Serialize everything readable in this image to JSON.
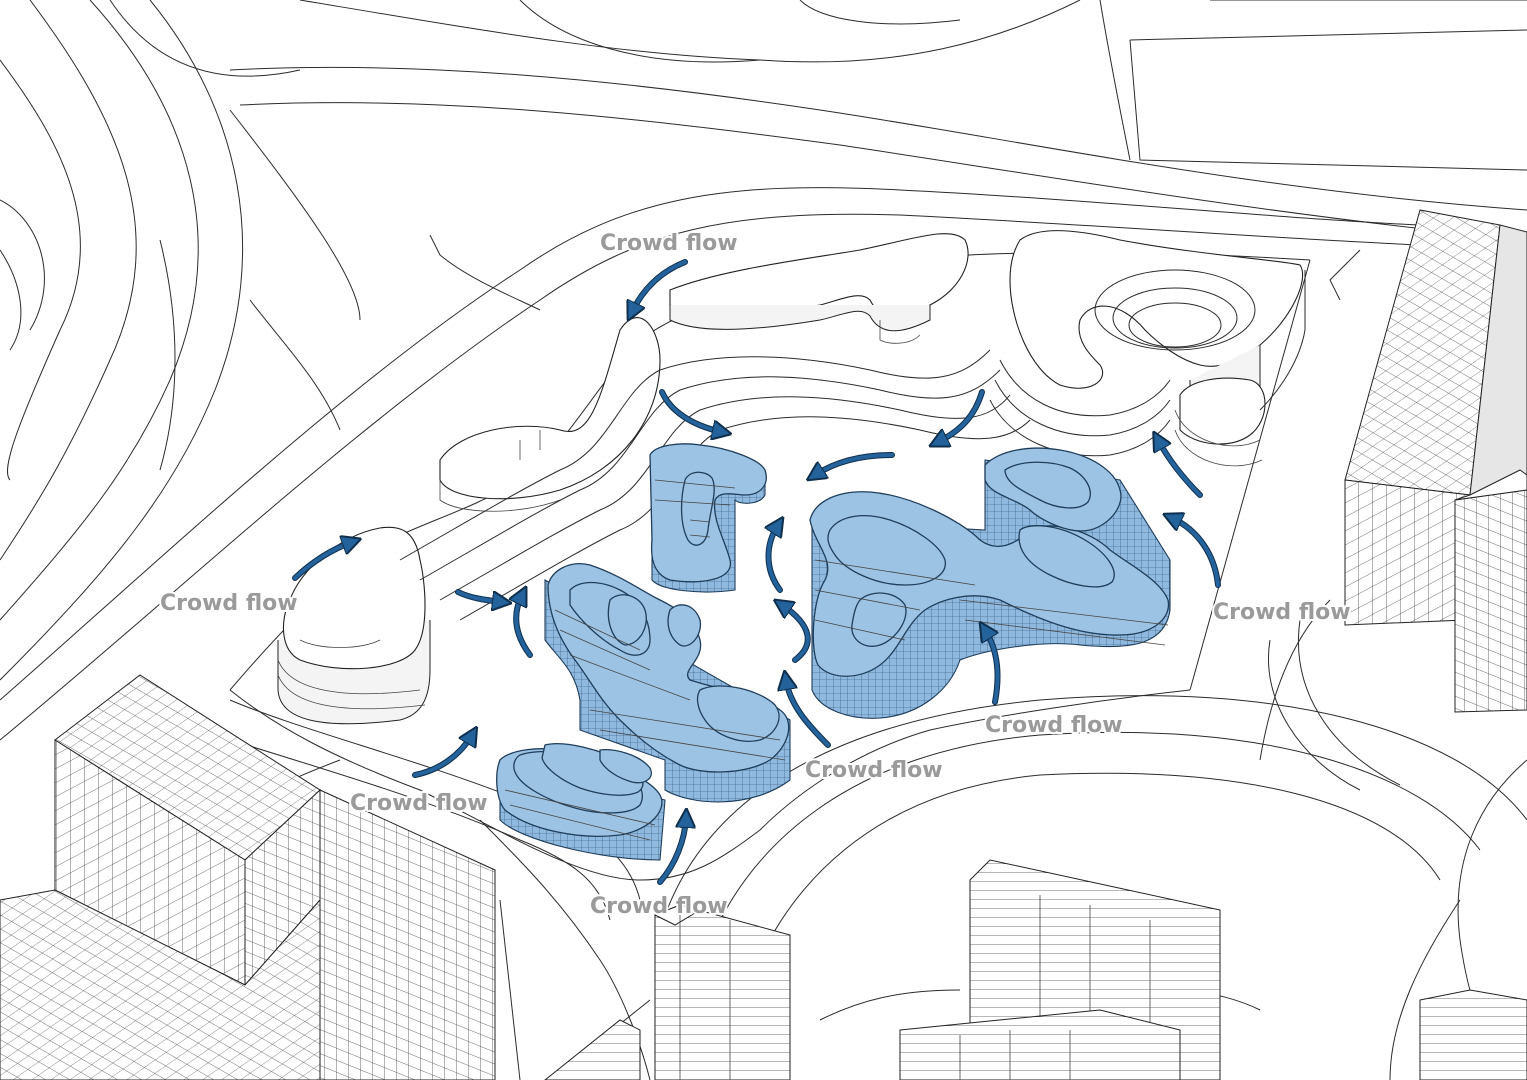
{
  "labels": [
    {
      "text": "Crowd flow"
    },
    {
      "text": "Crowd flow"
    },
    {
      "text": "Crowd flow"
    },
    {
      "text": "Crowd flow"
    },
    {
      "text": "Crowd flow"
    },
    {
      "text": "Crowd flow"
    },
    {
      "text": "Crowd flow"
    }
  ],
  "colors": {
    "highlight": "#9cc3e3",
    "arrow": "#23629a",
    "label": "#9a9a9a",
    "linework": "#2b2b2b"
  }
}
